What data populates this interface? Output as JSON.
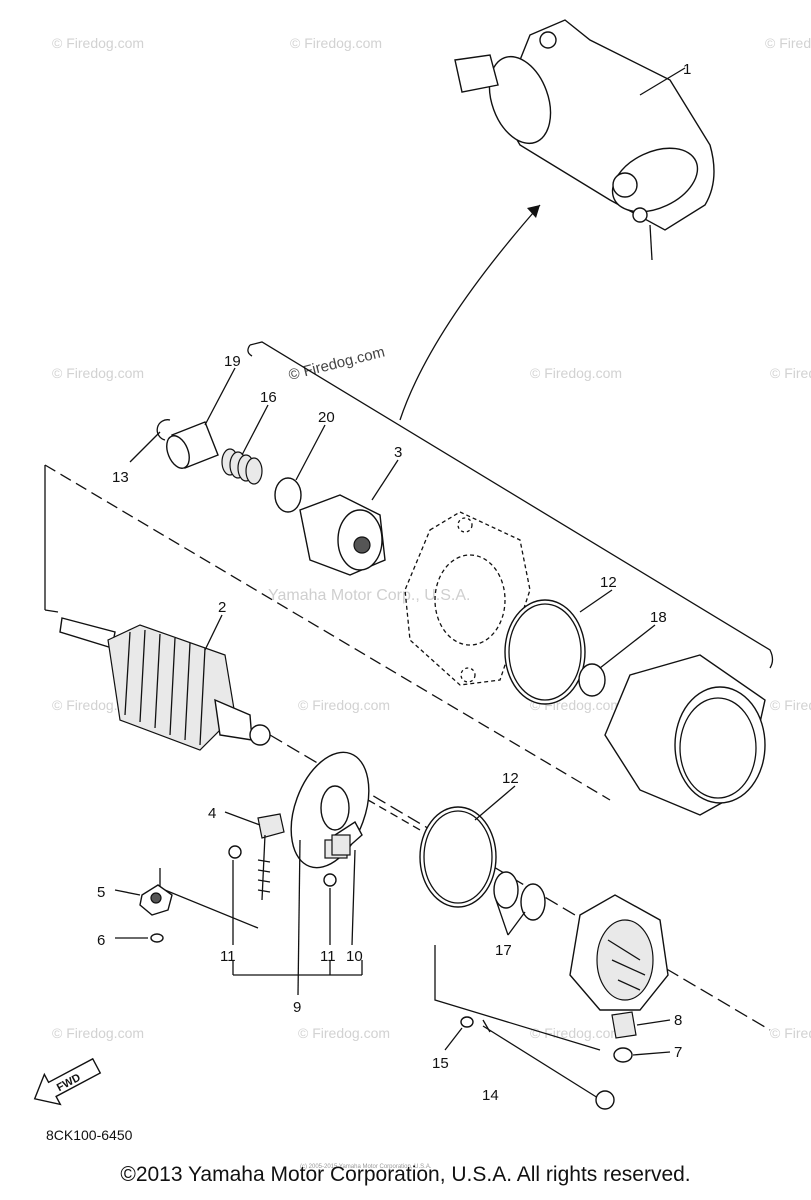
{
  "callouts": {
    "c1": "1",
    "c2": "2",
    "c3": "3",
    "c4": "4",
    "c5": "5",
    "c6": "6",
    "c7": "7",
    "c8": "8",
    "c9": "9",
    "c10": "10",
    "c11a": "11",
    "c11b": "11",
    "c12a": "12",
    "c12b": "12",
    "c13": "13",
    "c14": "14",
    "c15": "15",
    "c16": "16",
    "c17": "17",
    "c18": "18",
    "c19": "19",
    "c20": "20"
  },
  "watermarks": {
    "small": "© Firedog.com",
    "center": "Yamaha Motor Corp., U.S.A."
  },
  "fwd_label": "FWD",
  "diagram_code": "8CK100-6450",
  "footer": {
    "copyright": "©2013 Yamaha Motor Corporation, U.S.A. All rights reserved.",
    "tiny": "(c) 2005-2015 Yamaha Motor Corporation, U.S.A."
  }
}
